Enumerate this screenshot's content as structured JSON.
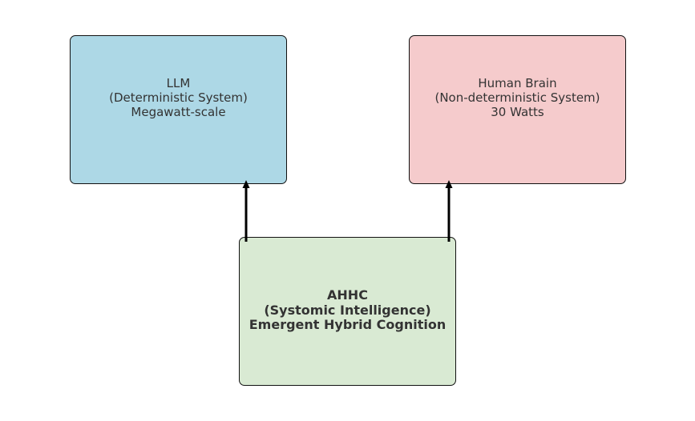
{
  "colors": {
    "llm_fill": "#ADD8E6",
    "brain_fill": "#F5CBCC",
    "ahhc_fill": "#D9EAD3",
    "border": "#111111",
    "text": "#333333",
    "arrow": "#000000"
  },
  "nodes": {
    "llm": {
      "line1": "LLM",
      "line2": "(Deterministic System)",
      "line3": "Megawatt-scale"
    },
    "brain": {
      "line1": "Human Brain",
      "line2": "(Non-deterministic System)",
      "line3": "30 Watts"
    },
    "ahhc": {
      "line1": "AHHC",
      "line2": "(Systomic Intelligence)",
      "line3": "Emergent Hybrid Cognition"
    }
  },
  "edges": [
    {
      "from": "ahhc",
      "to": "llm"
    },
    {
      "from": "ahhc",
      "to": "brain"
    }
  ]
}
